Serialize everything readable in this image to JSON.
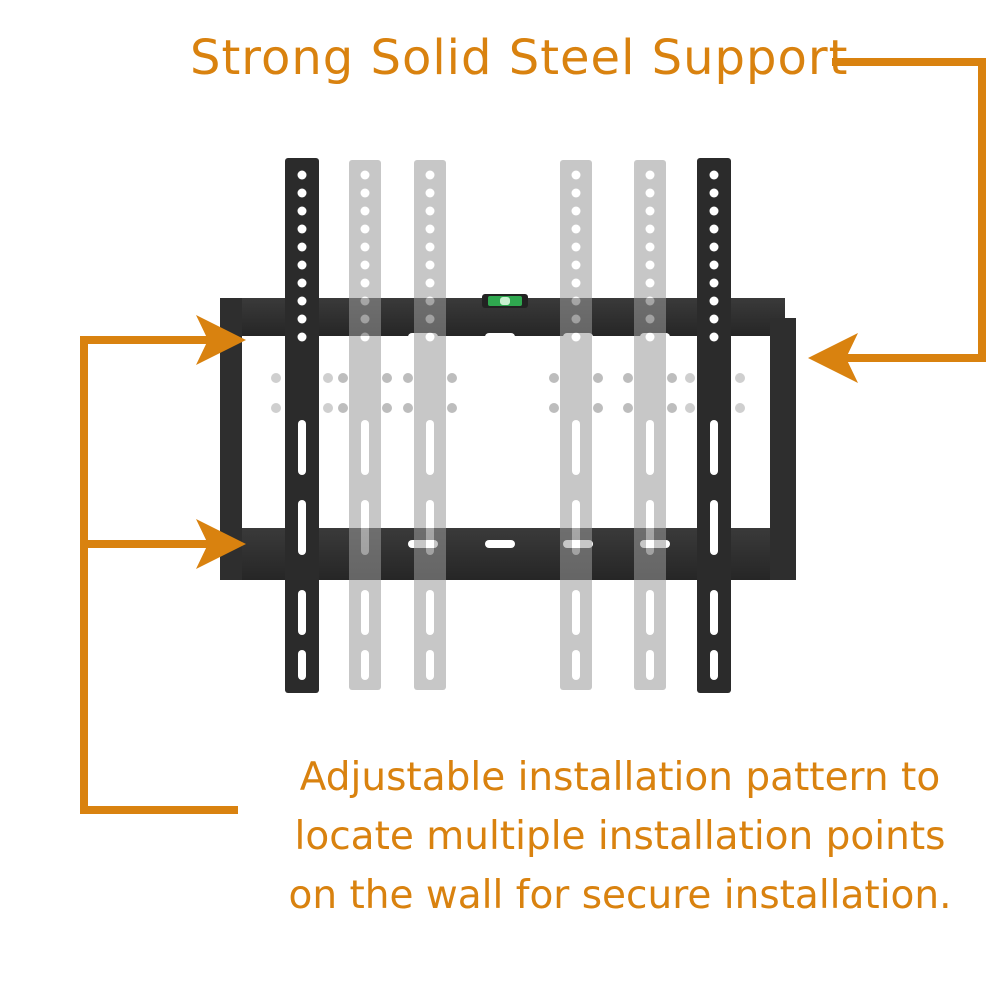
{
  "headline": "Strong Solid Steel Support",
  "caption_lines": [
    "Adjustable installation pattern to",
    "locate multiple installation points",
    "on the wall for secure installation."
  ],
  "colors": {
    "accent": "#d9820f",
    "bracket_dark": "#2b2b2b",
    "bracket_ghost": "#c4c4c4",
    "level_green": "#2fa84f"
  },
  "icons": {
    "arrows": [
      "arrow-right-icon",
      "arrow-left-icon"
    ],
    "level": "bubble-level-icon"
  }
}
